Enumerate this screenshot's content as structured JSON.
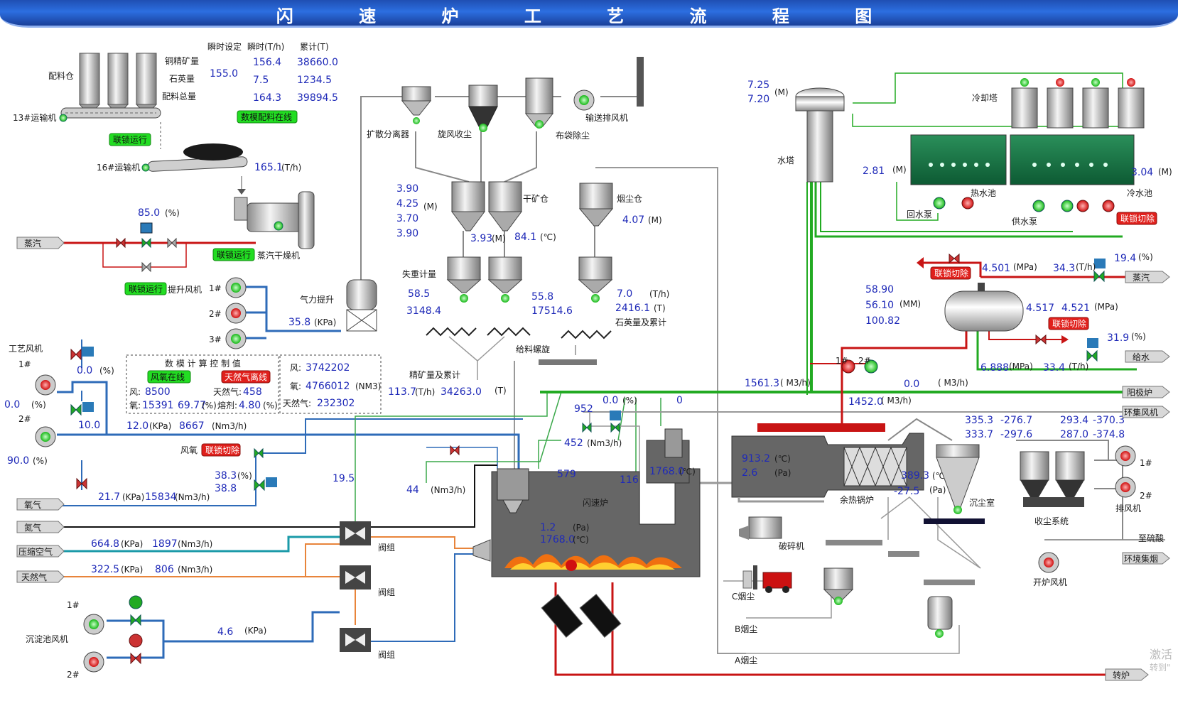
{
  "title": "闪 速 炉 工 艺 流 程 图",
  "watermark": {
    "line1": "激活",
    "line2": "转到\""
  },
  "feed": {
    "bin_label": "配料仓",
    "headers": {
      "set": "瞬时设定",
      "rate": "瞬时(T/h)",
      "total": "累计(T)"
    },
    "set_value": "155.0",
    "rows": [
      {
        "name": "铜精矿量",
        "rate": "156.4",
        "total": "38660.0"
      },
      {
        "name": "石英量",
        "rate": "7.5",
        "total": "1234.5"
      },
      {
        "name": "配料总量",
        "rate": "164.3",
        "total": "39894.5"
      }
    ],
    "online_tag": "数模配料在线",
    "conveyor13": "13#运输机",
    "interlock1": "联锁运行",
    "conveyor16": "16#运输机",
    "conveyor16_rate": "165.1",
    "conveyor16_unit": "(T/h)"
  },
  "steam_dryer": {
    "steam_label": "蒸汽",
    "valve_pct": "85.0",
    "valve_unit": "(%)",
    "interlock": "联锁运行",
    "dryer_label": "蒸汽干燥机",
    "fan_interlock": "联锁运行",
    "fan_label": "提升风机",
    "fan1": "1#",
    "fan2": "2#",
    "fan3": "3#",
    "lift_label": "气力提升",
    "lift_pressure": "35.8",
    "lift_unit": "(KPa)"
  },
  "top_equip": {
    "diffuser": "扩散分离器",
    "cyclone": "旋风收尘",
    "bag": "布袋除尘",
    "fan": "输送排风机"
  },
  "bins": {
    "dry_label": "干矿仓",
    "dry_levels": [
      "3.90",
      "4.25",
      "3.70",
      "3.90"
    ],
    "dry_unit": "(M)",
    "dry_extra": "3.93",
    "dry_extra_unit": "(M)",
    "temp": "84.1",
    "temp_unit": "(℃)",
    "dust_label": "烟尘仓",
    "dust_level": "4.07",
    "dust_unit": "(M)"
  },
  "weigh": {
    "label": "失重计量",
    "left_rate": "58.5",
    "left_total": "3148.4",
    "mid_rate": "55.8",
    "mid_total": "17514.6",
    "right_rate": "7.0",
    "right_total": "2416.1",
    "unit_rate": "(T/h)",
    "unit_total": "(T)",
    "quartz_label": "石英量及累计",
    "screw_label": "给料螺旋",
    "concentrate_label": "精矿量及累计",
    "conc_rate": "113.7",
    "conc_rate_unit": "(T/h)",
    "conc_total": "34263.0",
    "conc_total_unit": "(T)"
  },
  "control": {
    "title": "数 模 计 算 控 制 值",
    "tag_air": "风氧在线",
    "tag_gas": "天然气离线",
    "air_label": "风:",
    "air_value": "8500",
    "oxy_label": "氧:",
    "oxy_value": "15391",
    "oxy_pct": "69.77",
    "gas_label": "天然气:",
    "gas_value": "458",
    "flux_label": "熔剂:",
    "flux_value": "4.80",
    "pct": "(%)",
    "tot_air_label": "风:",
    "tot_air": "3742202",
    "tot_oxy_label": "氧:",
    "tot_oxy": "4766012",
    "tot_gas_label": "天然气:",
    "tot_gas": "232302",
    "tot_unit": "(NM3)"
  },
  "process_air": {
    "label": "工艺风机",
    "fan1": "1#",
    "fan2": "2#",
    "v1_pct": "0.0",
    "v1_unit": "(%)",
    "f1_pct": "0.0",
    "f1_unit": "(%)",
    "v2_pct": "10.0",
    "f2_pct": "90.0",
    "f2_unit": "(%)",
    "main_pressure": "12.0",
    "main_pressure_unit": "(KPa)",
    "main_flow": "8667",
    "main_flow_unit": "(Nm3/h)"
  },
  "oxygen": {
    "label": "氧气",
    "alarm_label": "风氧",
    "alarm": "联锁切除",
    "v_a": "38.3",
    "v_b": "38.8",
    "v_unit": "(%)",
    "pressure": "21.7",
    "pressure_unit": "(KPa)",
    "flow": "15834",
    "flow_unit": "(Nm3/h)"
  },
  "gases": {
    "n2": "氮气",
    "air": "压缩空气",
    "air_pressure": "664.8",
    "air_pressure_unit": "(KPa)",
    "air_flow": "1897",
    "air_flow_unit": "(Nm3/h)",
    "gas": "天然气",
    "gas_pressure": "322.5",
    "gas_pressure_unit": "(KPa)",
    "gas_flow": "806",
    "gas_flow_unit": "(Nm3/h)",
    "valve_group": "阀组"
  },
  "settle_fan": {
    "label": "沉淀池风机",
    "fan1": "1#",
    "fan2": "2#",
    "pressure": "4.6",
    "pressure_unit": "(KPa)"
  },
  "furnace": {
    "label": "闪速炉",
    "v952": "952",
    "pct": "0.0",
    "pct_unit": "(%)",
    "zero": "0",
    "flow452": "452",
    "flow452_unit": "(Nm3/h)",
    "n19": "19.5",
    "n44": "44",
    "n44_unit": "(Nm3/h)",
    "n579": "579",
    "n116": "116",
    "uptake_temp": "1768.0",
    "uptake_unit": "(℃)",
    "pressure": "1.2",
    "pressure_unit": "(Pa)",
    "temp": "1768.0",
    "temp_unit": "(℃)"
  },
  "boiler": {
    "label": "余热锅炉",
    "temp": "913.2",
    "temp_unit": "(℃)",
    "pressure": "2.6",
    "pressure_unit": "(Pa)",
    "out_temp": "389.3",
    "out_temp_unit": "(℃)",
    "out_pressure": "-27.5",
    "out_pressure_unit": "(Pa)",
    "crusher": "破碎机",
    "c_dust": "C烟尘",
    "b_dust": "B烟尘",
    "a_dust": "A烟尘",
    "flow_top": "1561.3",
    "flow_top_unit": "( M3/h)",
    "flow_zero": "0.0",
    "flow_zero_unit": "( M3/h)",
    "flow_low": "1452.0",
    "flow_low_unit": "( M3/h)"
  },
  "dust_sys": {
    "settle_label": "沉尘室",
    "collect_label": "收尘系统",
    "exhaust_label": "排风机",
    "fan1": "1#",
    "fan2": "2#",
    "v1": "335.3",
    "v2": "-276.7",
    "v3": "293.4",
    "v4": "-370.3",
    "v5": "333.7",
    "v6": "-297.6",
    "v7": "287.0",
    "v8": "-374.8",
    "open_fan": "开炉风机",
    "to_acid": "至硫酸"
  },
  "water": {
    "tower_label": "水塔",
    "lvl1": "7.25",
    "lvl2": "7.20",
    "lvl_unit": "(M)",
    "cool_label": "冷却塔",
    "hot_label": "热水池",
    "hot_level": "2.81",
    "hot_unit": "(M)",
    "cold_label": "冷水池",
    "cold_level": "3.04",
    "cold_unit": "(M)",
    "return_pump": "回水泵",
    "supply_pump": "供水泵",
    "alarm": "联锁切除"
  },
  "drum": {
    "alarm1": "联锁切除",
    "alarm2": "联锁切除",
    "p1": "4.501",
    "p1_unit": "(MPa)",
    "f1": "34.3",
    "f1_unit": "(T/h)",
    "v1": "19.4",
    "v1_unit": "(%)",
    "lvl1": "58.90",
    "lvl2": "56.10",
    "lvl3": "100.82",
    "lvl_unit": "(MM)",
    "p2": "4.517",
    "p3": "4.521",
    "p23_unit": "(MPa)",
    "v2": "31.9",
    "v2_unit": "(%)",
    "p4": "6.888",
    "p4_unit": "(MPa)",
    "f2": "33.4",
    "f2_unit": "(T/h)",
    "pump1": "1#",
    "pump2": "2#"
  },
  "outlets": {
    "steam": "蒸汽",
    "feedwater": "给水",
    "anode": "阳极炉",
    "env_fan": "环集风机",
    "env_flue": "环境集烟",
    "converter": "转炉"
  }
}
